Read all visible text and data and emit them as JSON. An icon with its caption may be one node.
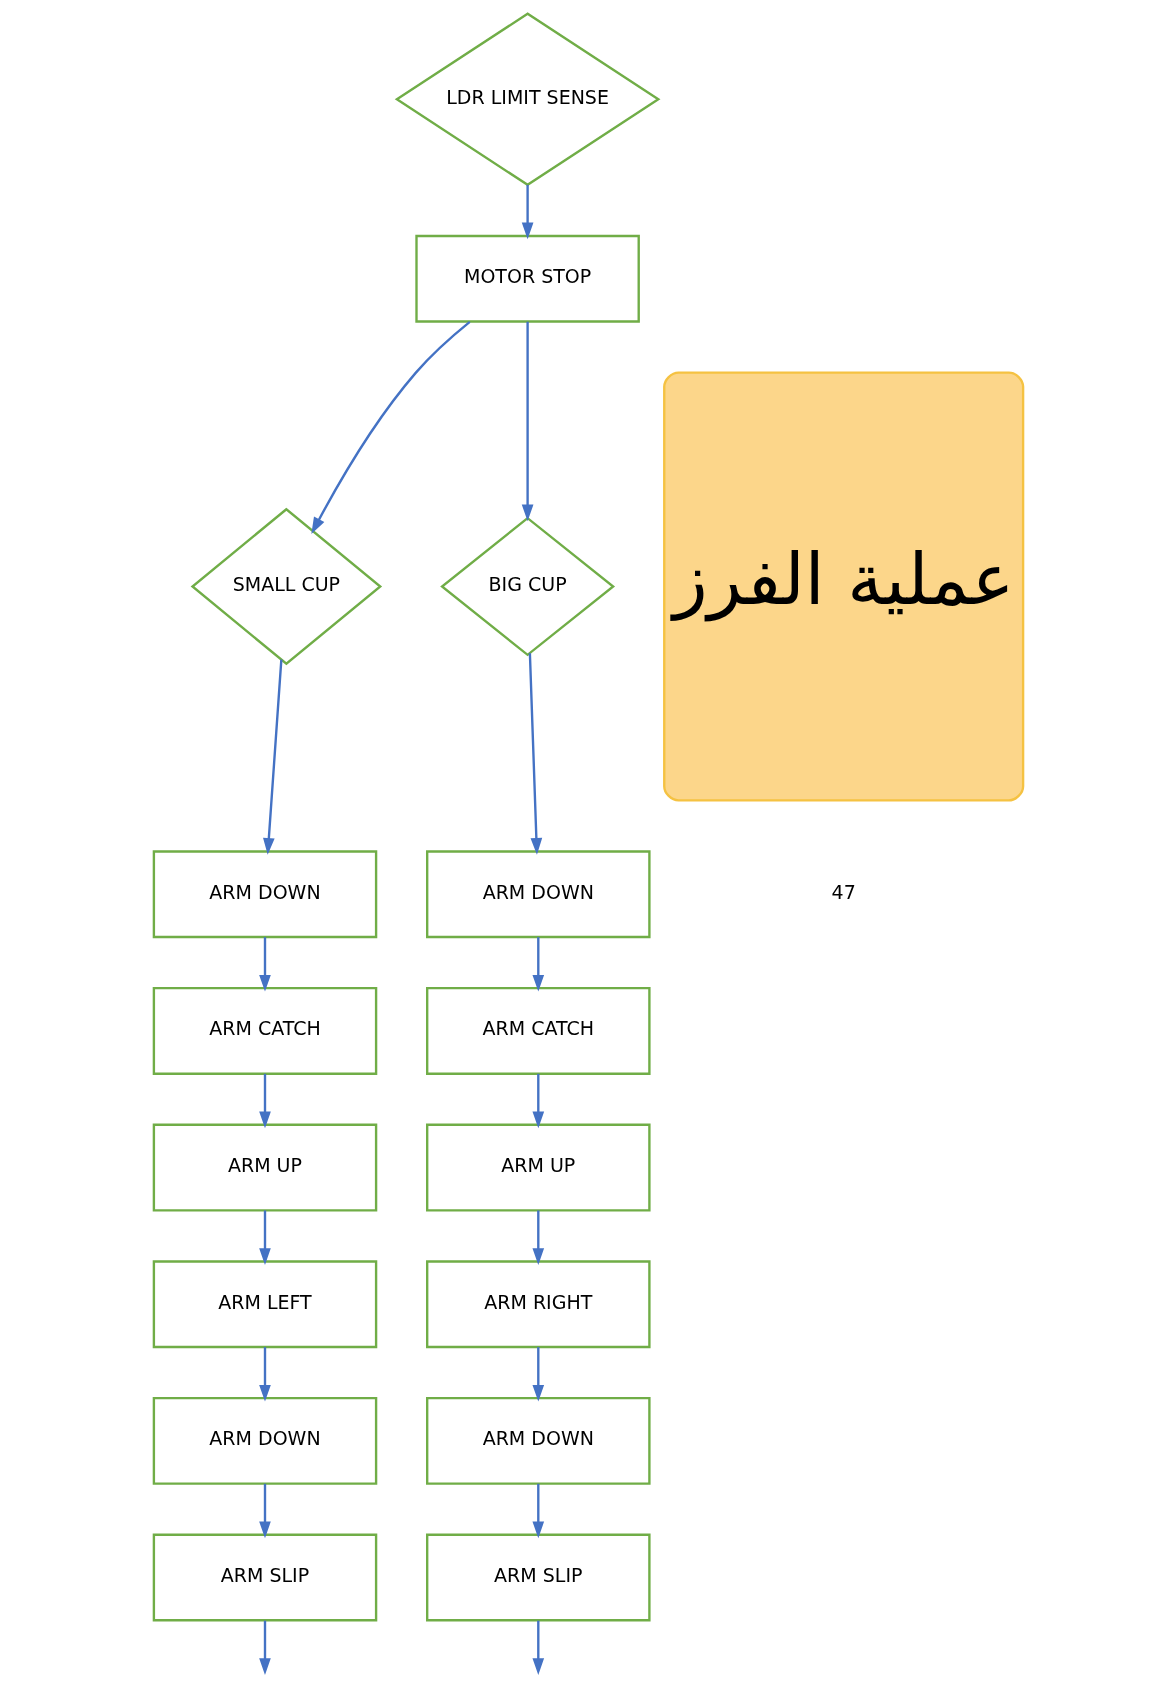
{
  "diagram": {
    "nodes": [
      {
        "text": [
          "SMALL CUP"
        ]
      },
      {
        "text": [
          "LDR LIMIT SENSE"
        ]
      },
      {
        "text": [
          "BIG CUP"
        ]
      },
      {
        "text": [
          "MOTOR STOP"
        ]
      },
      {
        "text": [
          "ARM DOWN"
        ]
      },
      {
        "text": [
          "ARM CATCH"
        ]
      },
      {
        "text": [
          "ARM UP"
        ]
      },
      {
        "text": [
          "ARM LEFT"
        ]
      },
      {
        "text": [
          "ARM DOWN"
        ]
      },
      {
        "text": [
          "ARM SLIP"
        ]
      },
      {
        "text": [
          "ARM DOWN"
        ]
      },
      {
        "text": [
          "ARM CATCH"
        ]
      },
      {
        "text": [
          "ARM UP"
        ]
      },
      {
        "text": [
          "ARM RIGHT"
        ]
      },
      {
        "text": [
          "ARM DOWN"
        ]
      },
      {
        "text": [
          "ARM SLIP"
        ]
      },
      {
        "text": [
          "عملية الفرز"
        ]
      }
    ],
    "edges": [
      {
        "from": 1,
        "to": 3,
        "arrow": "to"
      },
      {
        "from": 3,
        "to": 0,
        "arrow": "to"
      },
      {
        "from": 3,
        "to": 2,
        "arrow": "to"
      },
      {
        "from": 0,
        "to": 4,
        "arrow": "to"
      },
      {
        "from": 4,
        "to": 5,
        "arrow": "to"
      },
      {
        "from": 5,
        "to": 6,
        "arrow": "to"
      },
      {
        "from": 6,
        "to": 7,
        "arrow": "to"
      },
      {
        "from": 7,
        "to": 8,
        "arrow": "to"
      },
      {
        "from": 8,
        "to": 9,
        "arrow": "to"
      },
      {
        "from": 9,
        "to": null,
        "arrow": "to"
      },
      {
        "from": 2,
        "to": 10,
        "arrow": "to"
      },
      {
        "from": 10,
        "to": 11,
        "arrow": "to"
      },
      {
        "from": 11,
        "to": 12,
        "arrow": "to"
      },
      {
        "from": 12,
        "to": 13,
        "arrow": "to"
      },
      {
        "from": 13,
        "to": 14,
        "arrow": "to"
      },
      {
        "from": 14,
        "to": 15,
        "arrow": "to"
      },
      {
        "from": 15,
        "to": null,
        "arrow": "to"
      }
    ],
    "labels": [
      "47"
    ]
  }
}
